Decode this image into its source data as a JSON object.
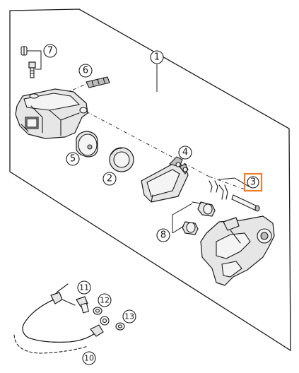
{
  "diagram": {
    "highlight_color": "#f07d2a",
    "callouts": [
      {
        "id": "c1",
        "label": "1",
        "highlighted": false
      },
      {
        "id": "c2",
        "label": "2",
        "highlighted": false
      },
      {
        "id": "c3",
        "label": "3",
        "highlighted": true
      },
      {
        "id": "c4",
        "label": "4",
        "highlighted": false
      },
      {
        "id": "c5",
        "label": "5",
        "highlighted": false
      },
      {
        "id": "c6",
        "label": "6",
        "highlighted": false
      },
      {
        "id": "c7",
        "label": "7",
        "highlighted": false
      },
      {
        "id": "c8",
        "label": "8",
        "highlighted": false
      },
      {
        "id": "c10",
        "label": "10",
        "highlighted": false
      },
      {
        "id": "c11",
        "label": "11",
        "highlighted": false
      },
      {
        "id": "c12",
        "label": "12",
        "highlighted": false
      },
      {
        "id": "c13",
        "label": "13",
        "highlighted": false
      }
    ]
  }
}
